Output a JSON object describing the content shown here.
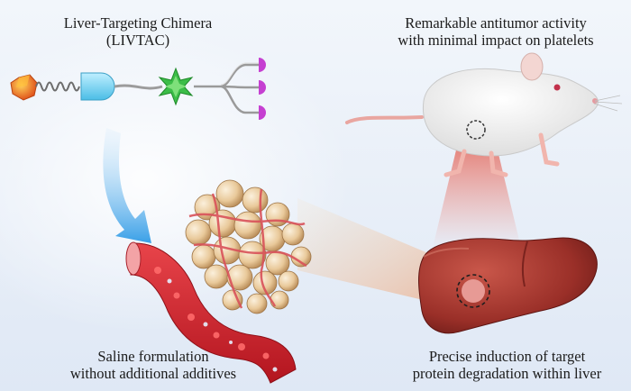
{
  "captions": {
    "livtac": {
      "line1": "Liver-Targeting Chimera",
      "line2": "(LIVTAC)"
    },
    "antitumor": {
      "line1": "Remarkable antitumor activity",
      "line2": "with minimal impact on platelets"
    },
    "saline": {
      "line1": "Saline formulation",
      "line2": "without additional additives"
    },
    "precise": {
      "line1": "Precise induction of target",
      "line2": "protein degradation within liver"
    }
  },
  "colors": {
    "background_top": "#eef3fa",
    "background_bottom": "#dde7f4",
    "arrow": "#3ea6e8",
    "vessel": "#d8262e",
    "liver": "#a8382f",
    "tumor": "#e8b47a",
    "beam": "#f4a06a",
    "ligand": "#c53fd1",
    "linker_star": "#46c24e",
    "warhead": "#f1a21a",
    "e3_binder": "#7fd6f2"
  }
}
